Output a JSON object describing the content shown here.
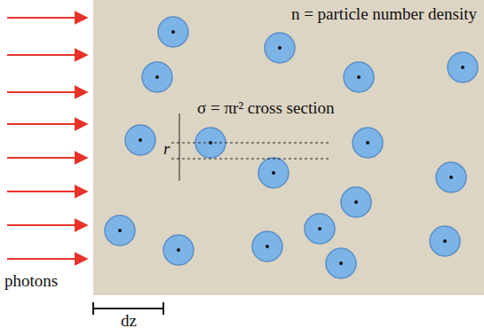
{
  "diagram": {
    "labels": [
      "n = particle number density",
      "σ = πr² cross section",
      "r",
      "photons",
      "dz"
    ]
  }
}
